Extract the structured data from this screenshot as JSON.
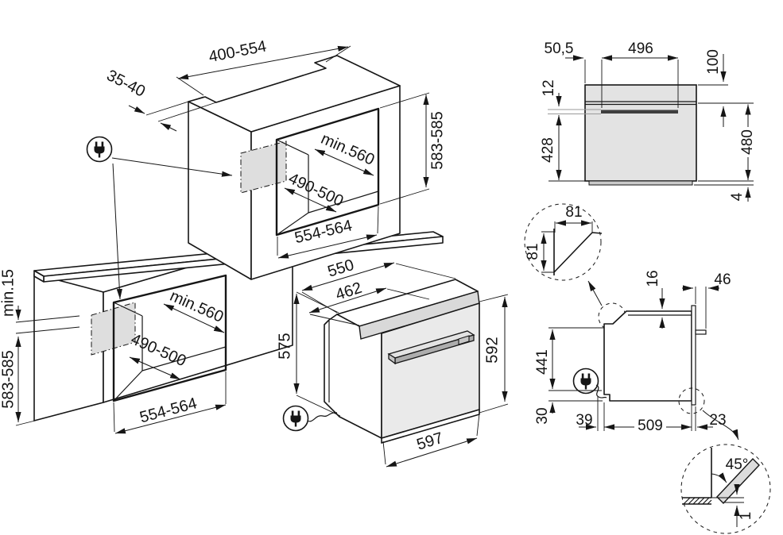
{
  "diagram_title": "Built-in oven installation dimensions drawing",
  "colors": {
    "line": "#161616",
    "body_grey": "#e3e3e3",
    "patch_grey": "#dedede",
    "handle_dark": "#3f3f3f"
  },
  "labels": {
    "tall": {
      "top_width": "400-554",
      "top_depth": "35-40",
      "height": "583-585",
      "depth": "min.560",
      "floor_depth": "490-500",
      "width": "554-564"
    },
    "base": {
      "top_gap": "min.15",
      "height": "583-585",
      "depth": "min.560",
      "floor_depth": "490-500",
      "width": "554-564"
    },
    "oven": {
      "depth": "550",
      "recess_depth": "462",
      "height": "575",
      "front_height": "592",
      "width": "597"
    },
    "front": {
      "side_offset": "50,5",
      "handle_width": "496",
      "top_to_handle": "100",
      "handle_thickness": "12",
      "below_handle": "428",
      "height": "480",
      "plinth": "4"
    },
    "corner": {
      "width": "81",
      "height": "81"
    },
    "side": {
      "top_panel": "16",
      "door_offset": "46",
      "height": "441",
      "bottom_offset": "30",
      "rear_offset": "39",
      "depth": "509",
      "door_thickness": "23"
    },
    "open_door": {
      "angle": "45°",
      "clearance": "1"
    }
  }
}
